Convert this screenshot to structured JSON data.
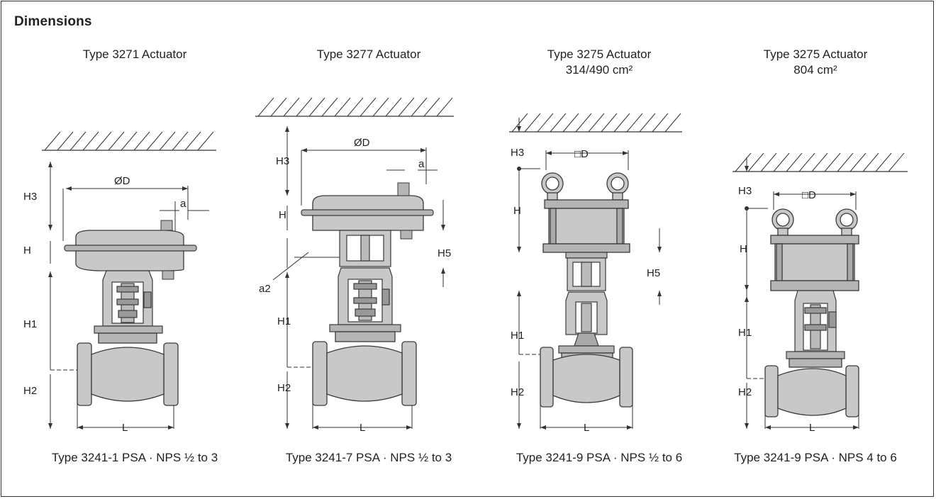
{
  "title": "Dimensions",
  "figures": [
    {
      "actuator_title": [
        "Type 3271 Actuator"
      ],
      "caption": "Type 3241-1 PSA · NPS ½ to 3",
      "labels": {
        "H3": "H3",
        "D": "ØD",
        "a": "a",
        "H": "H",
        "H1": "H1",
        "H2": "H2",
        "L": "L"
      }
    },
    {
      "actuator_title": [
        "Type 3277 Actuator"
      ],
      "caption": "Type 3241-7 PSA · NPS ½ to 3",
      "labels": {
        "H3": "H3",
        "D": "ØD",
        "a": "a",
        "H": "H",
        "H5": "H5",
        "a2": "a2",
        "H1": "H1",
        "H2": "H2",
        "L": "L"
      }
    },
    {
      "actuator_title": [
        "Type 3275 Actuator",
        "314/490 cm²"
      ],
      "caption": "Type 3241-9 PSA · NPS ½ to 6",
      "labels": {
        "H3": "H3",
        "D": "□D",
        "H": "H",
        "H5": "H5",
        "H1": "H1",
        "H2": "H2",
        "L": "L"
      }
    },
    {
      "actuator_title": [
        "Type 3275 Actuator",
        "804 cm²"
      ],
      "caption": "Type 3241-9 PSA · NPS 4 to 6",
      "labels": {
        "H3": "H3",
        "D": "□D",
        "H": "H",
        "H1": "H1",
        "H2": "H2",
        "L": "L"
      }
    }
  ],
  "colors": {
    "body": "#c8c8c8",
    "body_dark": "#a9a9a9",
    "line": "#3a3a3a"
  }
}
